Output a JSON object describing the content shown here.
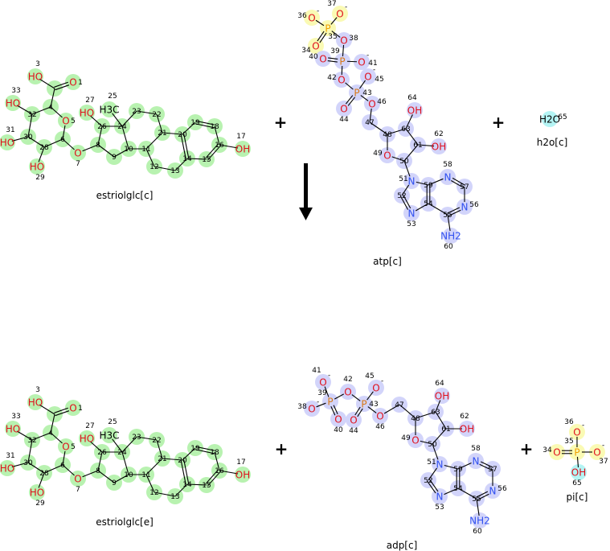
{
  "colors": {
    "highlight_green": "#b8f2b0",
    "highlight_lavender": "#d2d4fa",
    "highlight_yellow": "#fafab4",
    "highlight_cyan": "#b4f4f4",
    "oxygen": "#e0101c",
    "nitrogen": "#3050f0",
    "phosphorus": "#d87818",
    "phosphorus_yellow": "#f0a000",
    "bond": "#000000"
  },
  "reaction": {
    "operator_plus": "+",
    "arrow": "down-arrow"
  },
  "molecules": {
    "estriolglc_c": {
      "label": "estriolglc[c]",
      "atoms": [
        {
          "n": "",
          "sym": ""
        },
        {
          "n": "1",
          "sym": "O"
        },
        {
          "n": "3",
          "sym": "HO"
        },
        {
          "n": "4",
          "sym": ""
        },
        {
          "n": "5",
          "sym": "O"
        },
        {
          "n": "6",
          "sym": ""
        },
        {
          "n": "7",
          "sym": "O"
        },
        {
          "n": "8",
          "sym": ""
        },
        {
          "n": "9",
          "sym": ""
        },
        {
          "n": "10",
          "sym": ""
        },
        {
          "n": "11",
          "sym": ""
        },
        {
          "n": "12",
          "sym": ""
        },
        {
          "n": "13",
          "sym": ""
        },
        {
          "n": "14",
          "sym": ""
        },
        {
          "n": "15",
          "sym": ""
        },
        {
          "n": "16",
          "sym": ""
        },
        {
          "n": "17",
          "sym": "OH"
        },
        {
          "n": "18",
          "sym": ""
        },
        {
          "n": "19",
          "sym": ""
        },
        {
          "n": "20",
          "sym": ""
        },
        {
          "n": "21",
          "sym": ""
        },
        {
          "n": "22",
          "sym": ""
        },
        {
          "n": "23",
          "sym": ""
        },
        {
          "n": "24",
          "sym": ""
        },
        {
          "n": "25",
          "sym": "H3C"
        },
        {
          "n": "26",
          "sym": ""
        },
        {
          "n": "27",
          "sym": "HO"
        },
        {
          "n": "28",
          "sym": ""
        },
        {
          "n": "29",
          "sym": "HO"
        },
        {
          "n": "30",
          "sym": ""
        },
        {
          "n": "31",
          "sym": "HO"
        },
        {
          "n": "32",
          "sym": ""
        },
        {
          "n": "33",
          "sym": "HO"
        }
      ]
    },
    "estriolglc_e": {
      "label": "estriolglc[e]",
      "atoms": [
        {
          "n": "",
          "sym": ""
        },
        {
          "n": "1",
          "sym": "O"
        },
        {
          "n": "3",
          "sym": "HO"
        },
        {
          "n": "4",
          "sym": ""
        },
        {
          "n": "5",
          "sym": "O"
        },
        {
          "n": "6",
          "sym": ""
        },
        {
          "n": "7",
          "sym": "O"
        },
        {
          "n": "8",
          "sym": ""
        },
        {
          "n": "9",
          "sym": ""
        },
        {
          "n": "10",
          "sym": ""
        },
        {
          "n": "11",
          "sym": ""
        },
        {
          "n": "12",
          "sym": ""
        },
        {
          "n": "13",
          "sym": ""
        },
        {
          "n": "14",
          "sym": ""
        },
        {
          "n": "15",
          "sym": ""
        },
        {
          "n": "16",
          "sym": ""
        },
        {
          "n": "17",
          "sym": "OH"
        },
        {
          "n": "18",
          "sym": ""
        },
        {
          "n": "19",
          "sym": ""
        },
        {
          "n": "20",
          "sym": ""
        },
        {
          "n": "21",
          "sym": ""
        },
        {
          "n": "22",
          "sym": ""
        },
        {
          "n": "23",
          "sym": ""
        },
        {
          "n": "24",
          "sym": ""
        },
        {
          "n": "25",
          "sym": "H3C"
        },
        {
          "n": "26",
          "sym": ""
        },
        {
          "n": "27",
          "sym": "HO"
        },
        {
          "n": "28",
          "sym": ""
        },
        {
          "n": "29",
          "sym": "HO"
        },
        {
          "n": "30",
          "sym": ""
        },
        {
          "n": "31",
          "sym": "HO"
        },
        {
          "n": "32",
          "sym": ""
        },
        {
          "n": "33",
          "sym": "HO"
        }
      ]
    },
    "atp_c": {
      "label": "atp[c]",
      "atoms": [
        {
          "n": "34",
          "sym": "O"
        },
        {
          "n": "35",
          "sym": "P"
        },
        {
          "n": "36",
          "sym": "O",
          "charge": "-"
        },
        {
          "n": "37",
          "sym": "O",
          "charge": "-"
        },
        {
          "n": "38",
          "sym": "O"
        },
        {
          "n": "39",
          "sym": "P"
        },
        {
          "n": "40",
          "sym": "O"
        },
        {
          "n": "41",
          "sym": "O",
          "charge": "-"
        },
        {
          "n": "42",
          "sym": "O"
        },
        {
          "n": "43",
          "sym": "P"
        },
        {
          "n": "44",
          "sym": "O"
        },
        {
          "n": "45",
          "sym": "O",
          "charge": "-"
        },
        {
          "n": "46",
          "sym": "O"
        },
        {
          "n": "47",
          "sym": ""
        },
        {
          "n": "48",
          "sym": ""
        },
        {
          "n": "49",
          "sym": "O"
        },
        {
          "n": "50",
          "sym": ""
        },
        {
          "n": "51",
          "sym": "N"
        },
        {
          "n": "52",
          "sym": ""
        },
        {
          "n": "53",
          "sym": "N"
        },
        {
          "n": "54",
          "sym": ""
        },
        {
          "n": "55",
          "sym": ""
        },
        {
          "n": "56",
          "sym": "N"
        },
        {
          "n": "57",
          "sym": ""
        },
        {
          "n": "58",
          "sym": "N"
        },
        {
          "n": "59",
          "sym": ""
        },
        {
          "n": "60",
          "sym": "NH2"
        },
        {
          "n": "61",
          "sym": ""
        },
        {
          "n": "62",
          "sym": "OH"
        },
        {
          "n": "63",
          "sym": ""
        },
        {
          "n": "64",
          "sym": "OH"
        }
      ]
    },
    "h2o_c": {
      "label": "h2o[c]",
      "atoms": [
        {
          "n": "65",
          "sym": "H2O"
        }
      ]
    },
    "adp_c": {
      "label": "adp[c]",
      "atoms": [
        {
          "n": "38",
          "sym": "O",
          "charge": "-"
        },
        {
          "n": "39",
          "sym": "P"
        },
        {
          "n": "40",
          "sym": "O"
        },
        {
          "n": "41",
          "sym": "O",
          "charge": "-"
        },
        {
          "n": "42",
          "sym": "O"
        },
        {
          "n": "43",
          "sym": "P"
        },
        {
          "n": "44",
          "sym": "O"
        },
        {
          "n": "45",
          "sym": "O",
          "charge": "-"
        },
        {
          "n": "46",
          "sym": "O"
        },
        {
          "n": "47",
          "sym": ""
        },
        {
          "n": "48",
          "sym": ""
        },
        {
          "n": "49",
          "sym": "O"
        },
        {
          "n": "50",
          "sym": ""
        },
        {
          "n": "51",
          "sym": "N"
        },
        {
          "n": "52",
          "sym": ""
        },
        {
          "n": "53",
          "sym": "N"
        },
        {
          "n": "54",
          "sym": ""
        },
        {
          "n": "55",
          "sym": ""
        },
        {
          "n": "56",
          "sym": "N"
        },
        {
          "n": "57",
          "sym": ""
        },
        {
          "n": "58",
          "sym": "N"
        },
        {
          "n": "59",
          "sym": ""
        },
        {
          "n": "60",
          "sym": "NH2"
        },
        {
          "n": "61",
          "sym": ""
        },
        {
          "n": "62",
          "sym": "OH"
        },
        {
          "n": "63",
          "sym": ""
        },
        {
          "n": "64",
          "sym": "OH"
        }
      ]
    },
    "pi_c": {
      "label": "pi[c]",
      "atoms": [
        {
          "n": "34",
          "sym": "O"
        },
        {
          "n": "35",
          "sym": "P"
        },
        {
          "n": "36",
          "sym": "O",
          "charge": "-"
        },
        {
          "n": "37",
          "sym": "O",
          "charge": "-"
        },
        {
          "n": "65",
          "sym": "OH"
        }
      ]
    }
  }
}
